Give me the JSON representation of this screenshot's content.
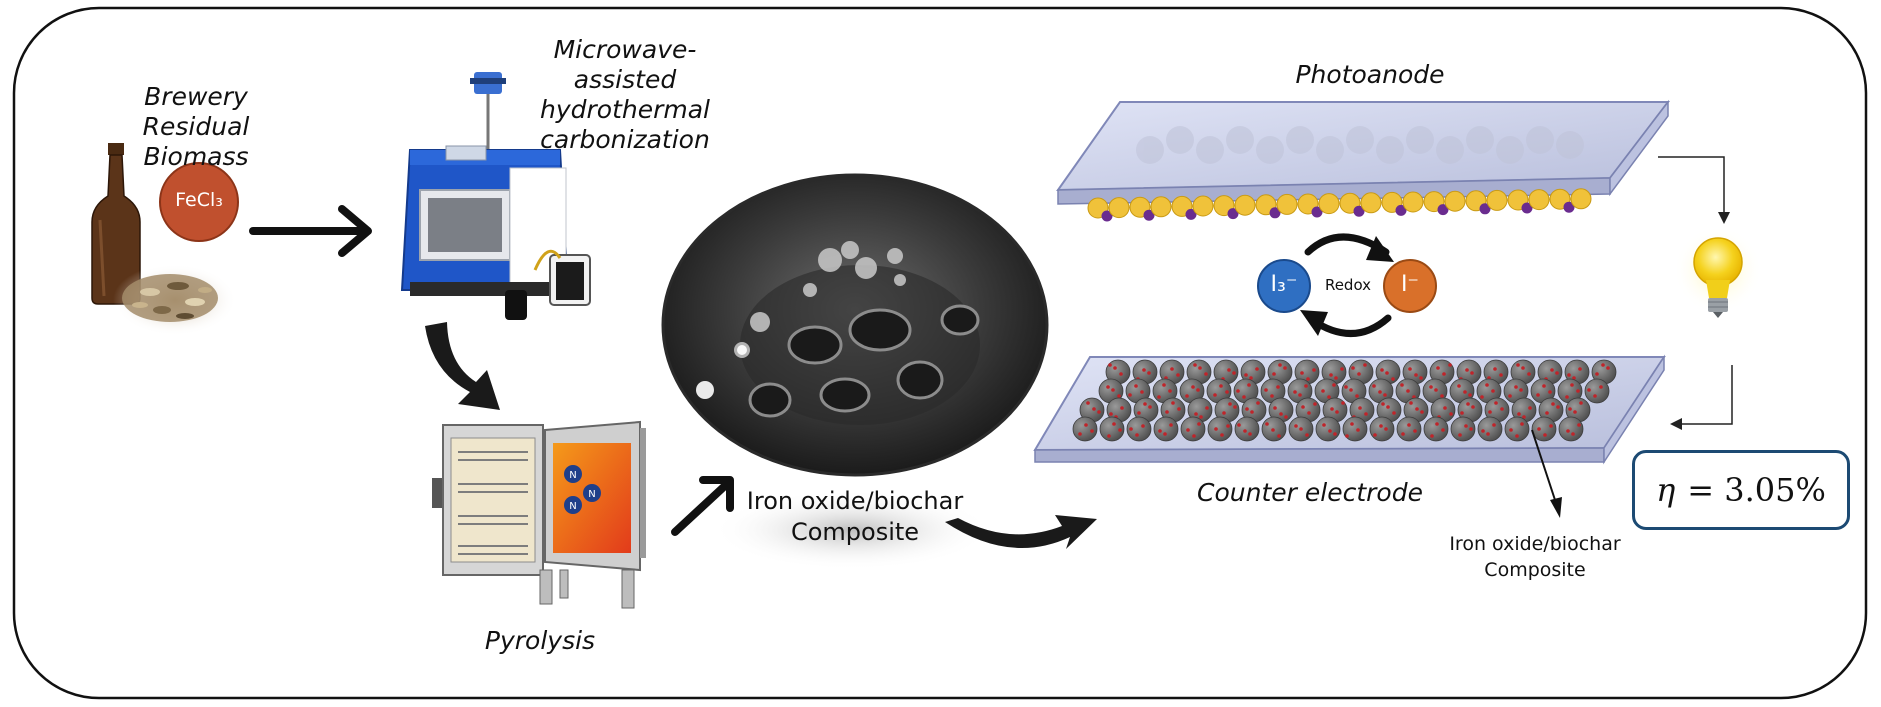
{
  "labels": {
    "brewery_line1": "Brewery Residual",
    "brewery_line2": "Biomass",
    "fecl3": "FeCl₃",
    "microwave_line1": "Microwave-assisted",
    "microwave_line2": "hydrothermal",
    "microwave_line3": "carbonization",
    "pyrolysis": "Pyrolysis",
    "composite_center_line1": "Iron oxide/biochar",
    "composite_center_line2": "Composite",
    "photoanode": "Photoanode",
    "counter_electrode": "Counter electrode",
    "composite_right_line1": "Iron oxide/biochar",
    "composite_right_line2": "Composite",
    "i3": "I₃⁻",
    "iminus": "I⁻",
    "redox": "Redox",
    "furnace_badge": "N"
  },
  "efficiency": {
    "symbol": "η",
    "value": "= 3.05%"
  },
  "colors": {
    "fecl3": "#c0502e",
    "i3": "#2f6fc2",
    "iminus": "#d9702a",
    "efficiency_border": "#1c4a73",
    "device_blue": "#1f56c8",
    "dye_yellow": "#f0c23a",
    "dye_purple": "#6a2c8f"
  }
}
